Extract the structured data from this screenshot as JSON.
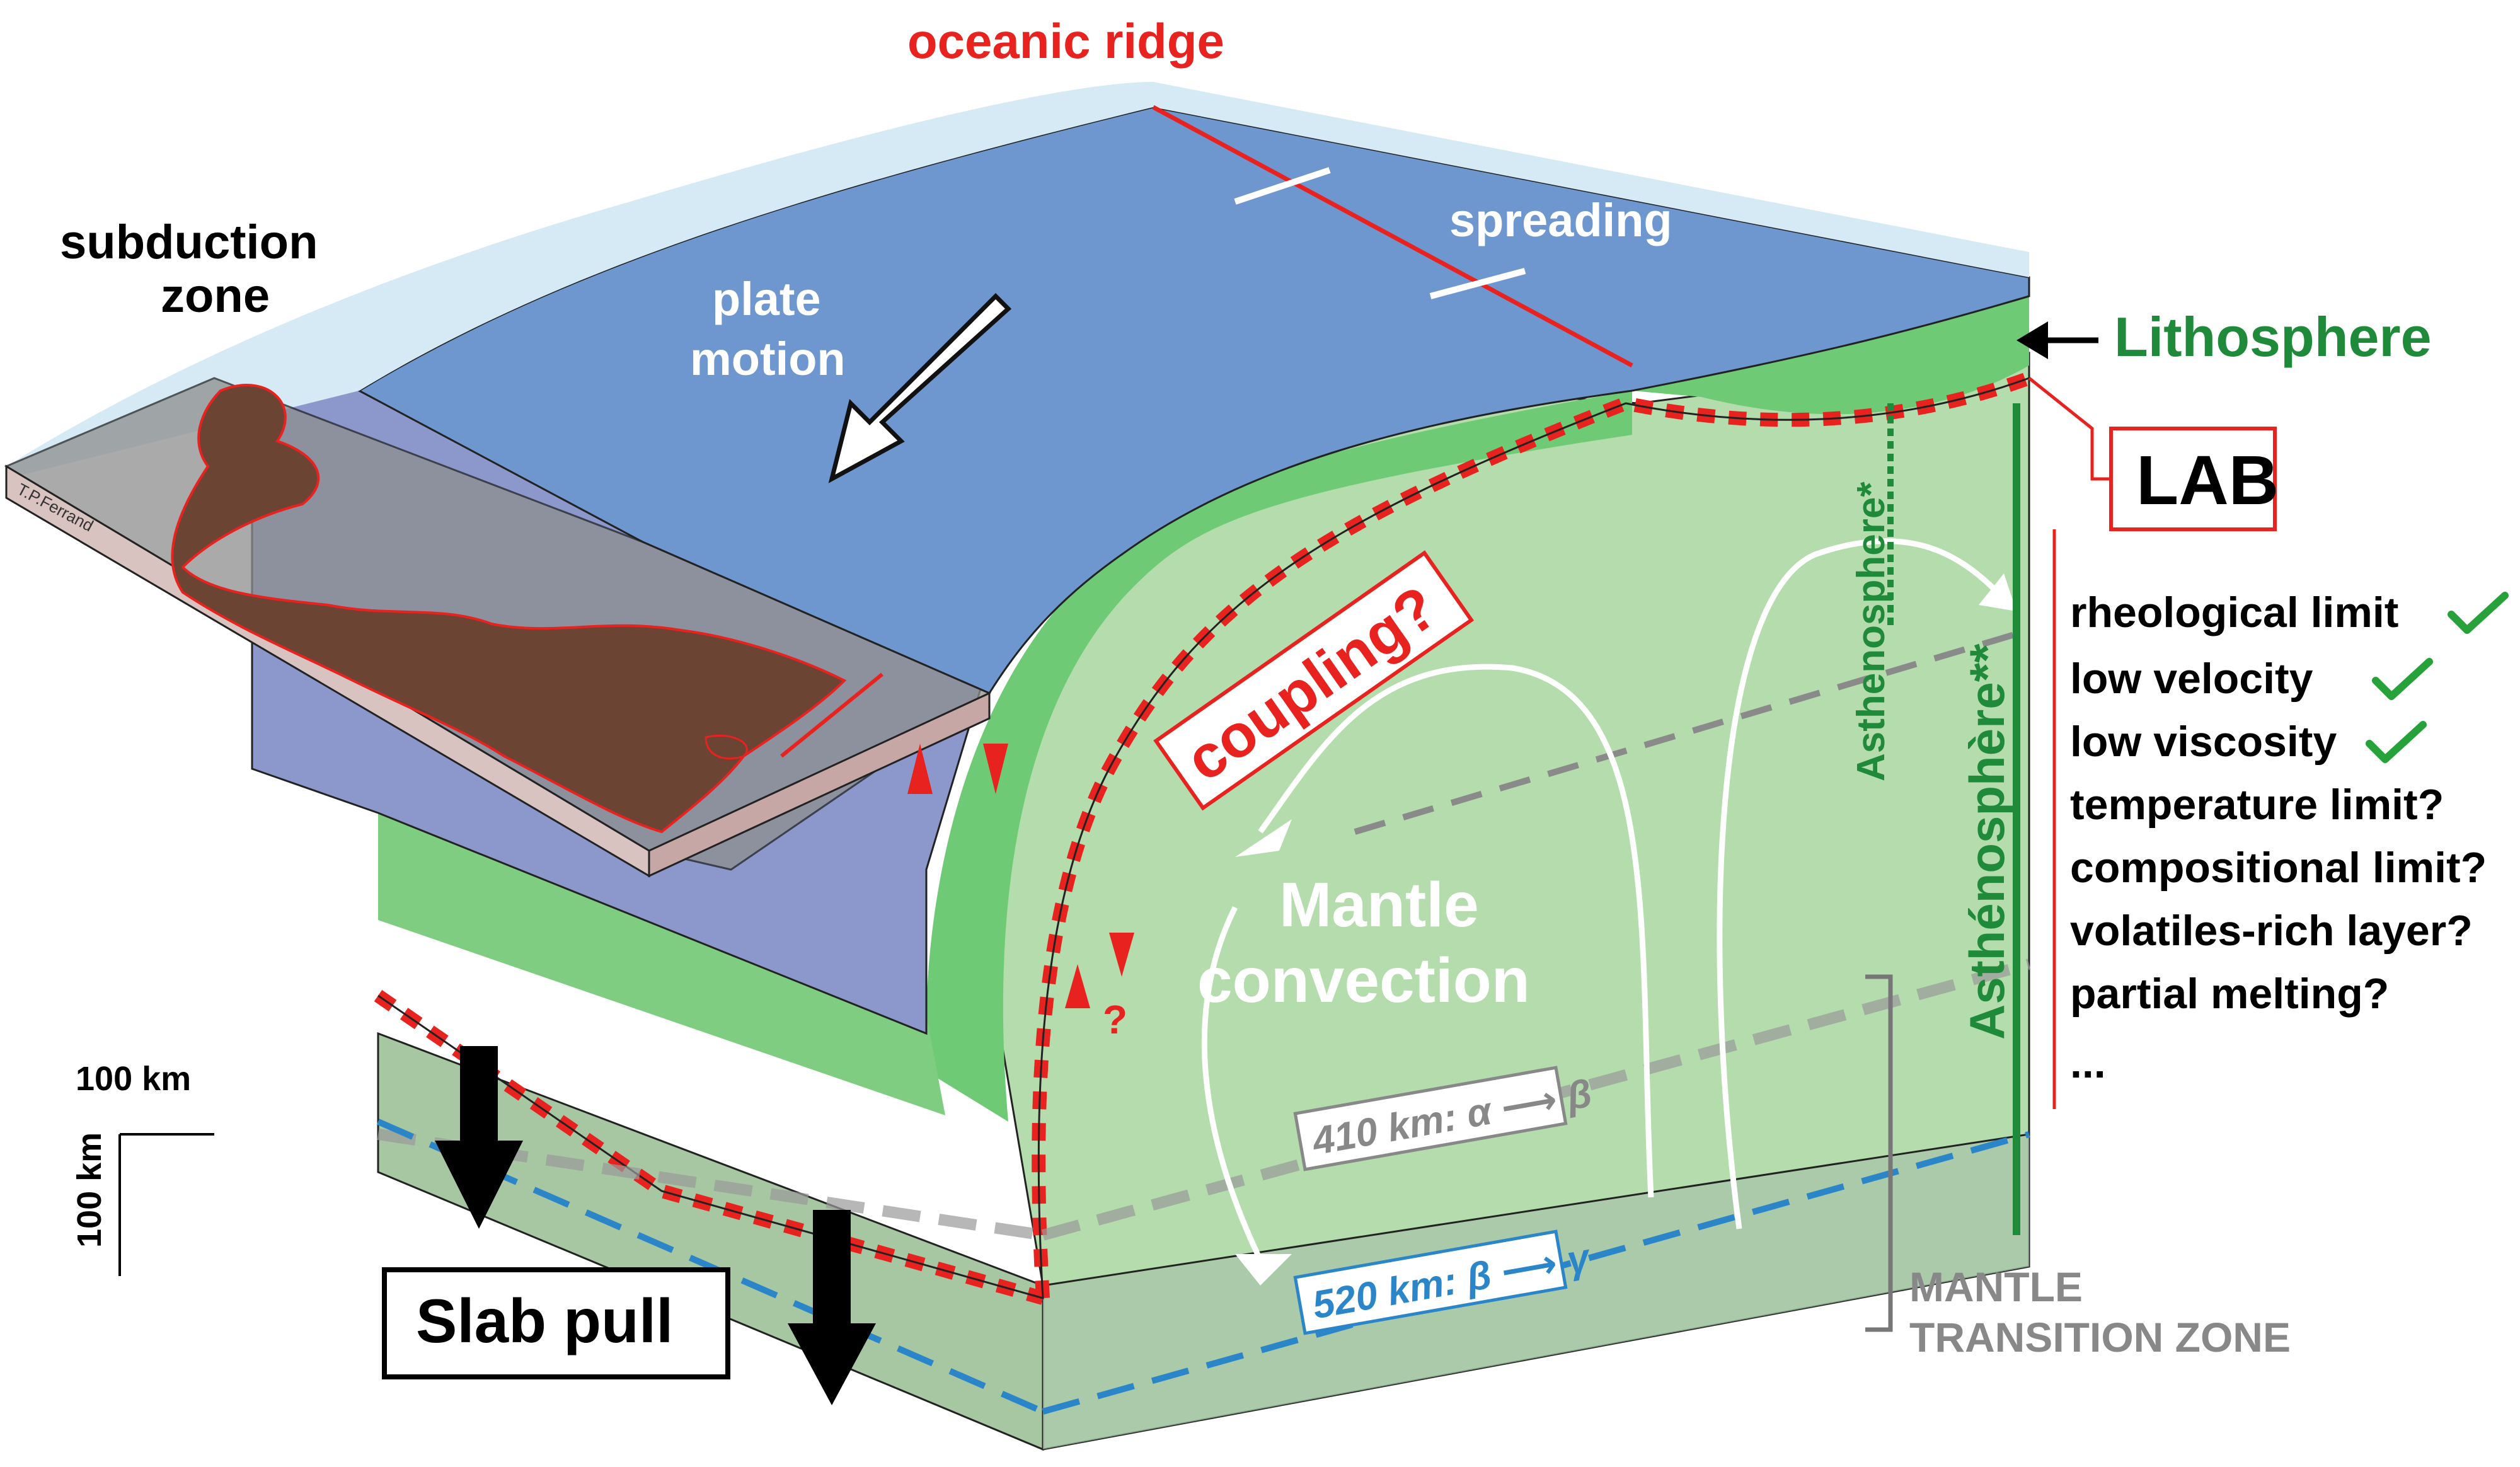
{
  "labels": {
    "oceanic_ridge": "oceanic ridge",
    "spreading": "spreading",
    "subduction_zone_line1": "subduction",
    "subduction_zone_line2": "zone",
    "plate_motion_line1": "plate",
    "plate_motion_line2": "motion",
    "lithosphere": "Lithosphere",
    "lab": "LAB",
    "coupling": "coupling?",
    "question_mark": "?",
    "mantle_convection_line1": "Mantle",
    "mantle_convection_line2": "convection",
    "asthenosphere_1": "Asthenosphere*",
    "asthenosphere_2": "Asthénosphère**",
    "slab_pull": "Slab pull",
    "scale_horizontal": "100 km",
    "scale_vertical": "100 km",
    "credit": "T.P.Ferrand",
    "transition_410": "410 km:  α ⟶ β",
    "transition_520": "520 km:  β ⟶ γ",
    "mtz_line1": "MANTLE",
    "mtz_line2": "TRANSITION ZONE"
  },
  "lab_criteria": [
    {
      "text": "rheological limit",
      "checked": true
    },
    {
      "text": "low velocity",
      "checked": true
    },
    {
      "text": "low viscosity",
      "checked": true
    },
    {
      "text": "temperature limit?",
      "checked": false
    },
    {
      "text": "compositional limit?",
      "checked": false
    },
    {
      "text": "volatiles-rich layer?",
      "checked": false
    },
    {
      "text": "partial melting?",
      "checked": false
    },
    {
      "text": "...",
      "checked": false
    }
  ],
  "colors": {
    "ocean": "#6f97cf",
    "ocean_light": "#d5eaf4",
    "lithosphere_green": "#6fca75",
    "asthenosphere_green": "#b4dcac",
    "deep_mantle": "#a4c4a0",
    "slab_blue": "#8c98cc",
    "continent_brown": "#6b4433",
    "coupling_red": "#e8221e",
    "lithosphere_label": "#1f8a3a",
    "transition_blue": "#2a86c8",
    "transition_gray": "#888888",
    "check_green": "#27a23a"
  }
}
